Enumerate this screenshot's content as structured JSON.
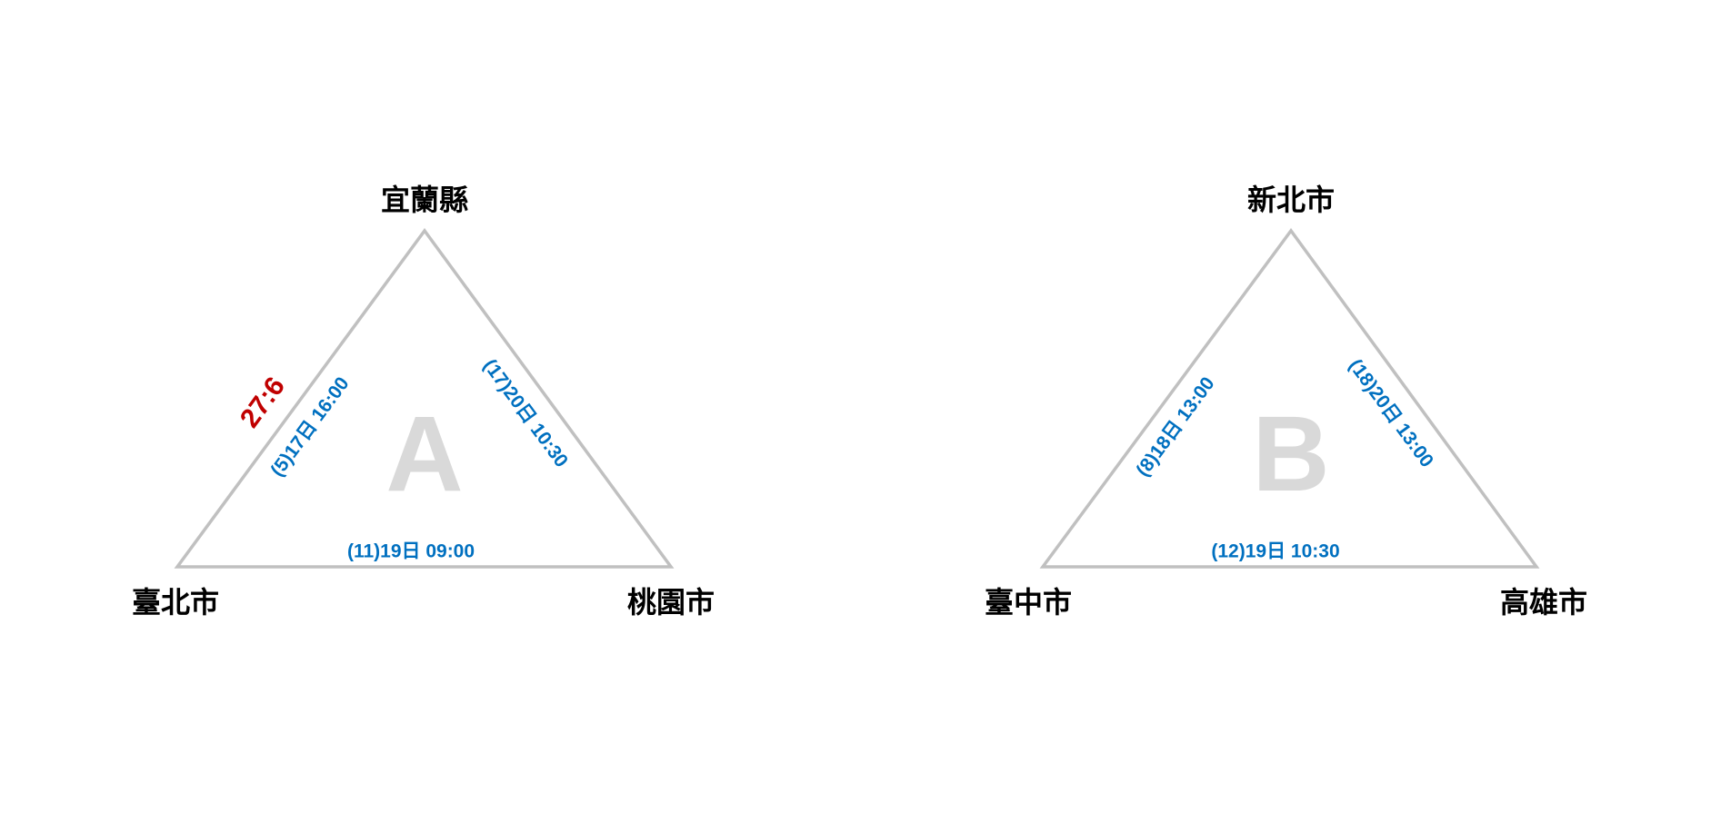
{
  "colors": {
    "edge_text": "#0070c0",
    "score_text": "#c00000",
    "group_letter": "#d9d9d9",
    "triangle_stroke": "#c0c0c0"
  },
  "groups": [
    {
      "letter": "A",
      "top": "宜蘭縣",
      "bottom_left": "臺北市",
      "bottom_right": "桃園市",
      "left_edge": "(5)17日 16:00",
      "right_edge": "(17)20日 10:30",
      "bottom_edge": "(11)19日 09:00",
      "left_edge_score": "27:6"
    },
    {
      "letter": "B",
      "top": "新北市",
      "bottom_left": "臺中市",
      "bottom_right": "高雄市",
      "left_edge": "(8)18日 13:00",
      "right_edge": "(18)20日 13:00",
      "bottom_edge": "(12)19日 10:30"
    }
  ]
}
